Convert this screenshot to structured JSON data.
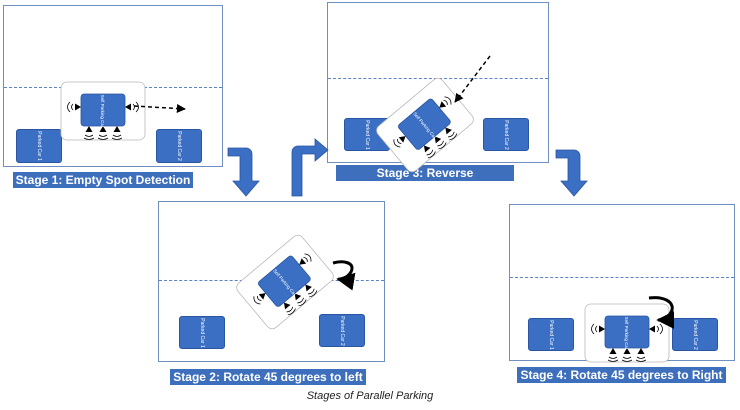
{
  "figure": {
    "caption": "Stages of Parallel Parking",
    "colors": {
      "car": "#3a6fc4",
      "caption_bar": "#3e6fbd",
      "lane": "#5b83c7",
      "arrow": "#3a6fc4"
    },
    "stages": [
      {
        "label": "Stage 1: Empty Spot Detection",
        "left_car": "Parked Car 1",
        "right_car": "Parked Car 2",
        "self_car": "Self Parking Car"
      },
      {
        "label": "Stage 2: Rotate 45 degrees to left",
        "left_car": "Parked Car 1",
        "right_car": "Parked Car 2",
        "self_car": "Self Parking Car"
      },
      {
        "label": "Stage 3: Reverse",
        "left_car": "Parked Car 1",
        "right_car": "Parked Car 2",
        "self_car": "Self Parking Car"
      },
      {
        "label": "Stage 4: Rotate 45 degrees to Right",
        "left_car": "Parked Car 1",
        "right_car": "Parked Car 2",
        "self_car": "Self Parking Car"
      }
    ]
  }
}
